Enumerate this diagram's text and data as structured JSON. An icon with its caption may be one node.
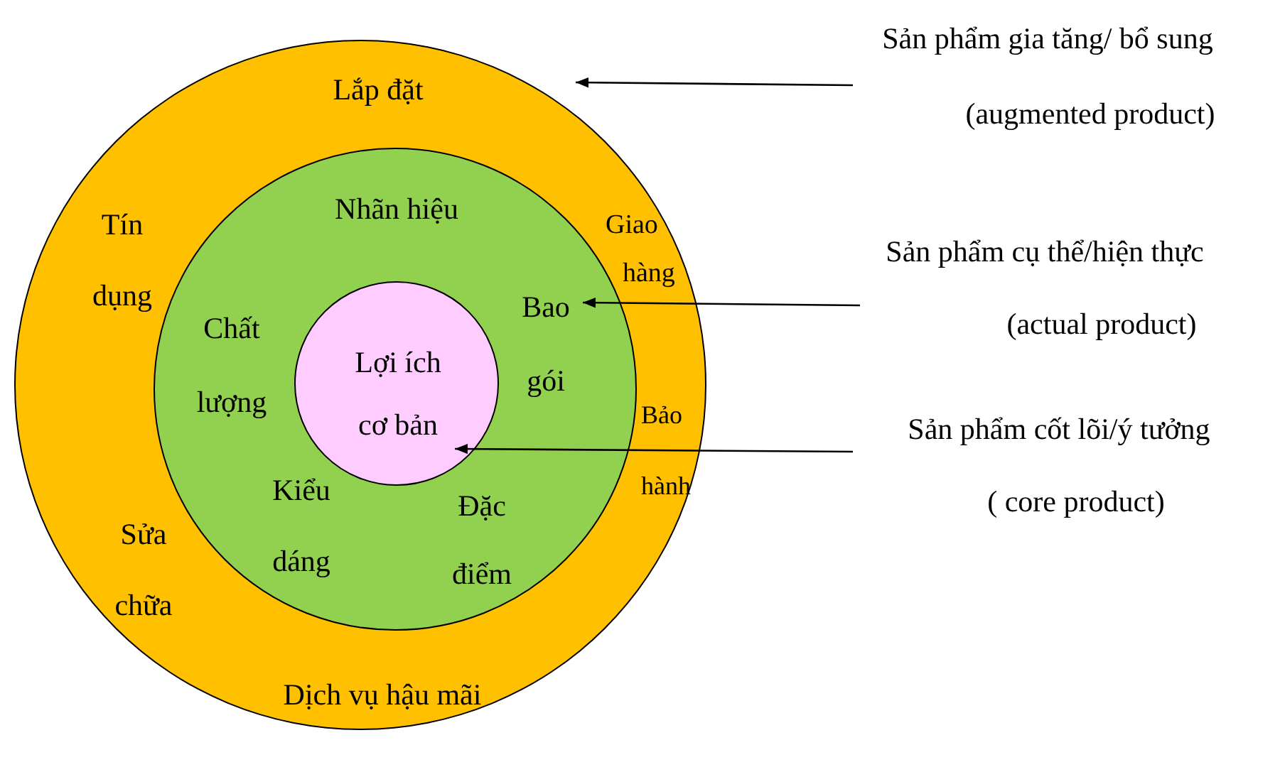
{
  "diagram": {
    "nodes": [
      {
        "text": [
          "Lắp đặt",
          "Tín dụng",
          "Giao hàng",
          "Sửa chữa",
          "Bảo hành",
          "Dịch vụ hậu mãi"
        ]
      },
      {
        "text": [
          "Nhãn hiệu",
          "Chất lượng",
          "Bao gói",
          "Kiểu dáng",
          "Đặc điểm"
        ],
        "in": 0
      },
      {
        "text": [
          "Lợi ích cơ bản"
        ],
        "in": 1
      },
      {
        "text": [
          "Sản phẩm gia tăng/ bổ sung",
          "(augmented product)"
        ]
      },
      {
        "text": [
          "Sản phẩm cụ thể/hiện thực",
          "(actual product)"
        ]
      },
      {
        "text": [
          "Sản phẩm cốt lõi/ý tưởng",
          "( core product)"
        ]
      }
    ],
    "edges": [
      {
        "from": 3,
        "to": 0,
        "arrow": "to"
      },
      {
        "from": 4,
        "to": 1,
        "arrow": "to"
      },
      {
        "from": 5,
        "to": 2,
        "arrow": "to"
      }
    ]
  }
}
